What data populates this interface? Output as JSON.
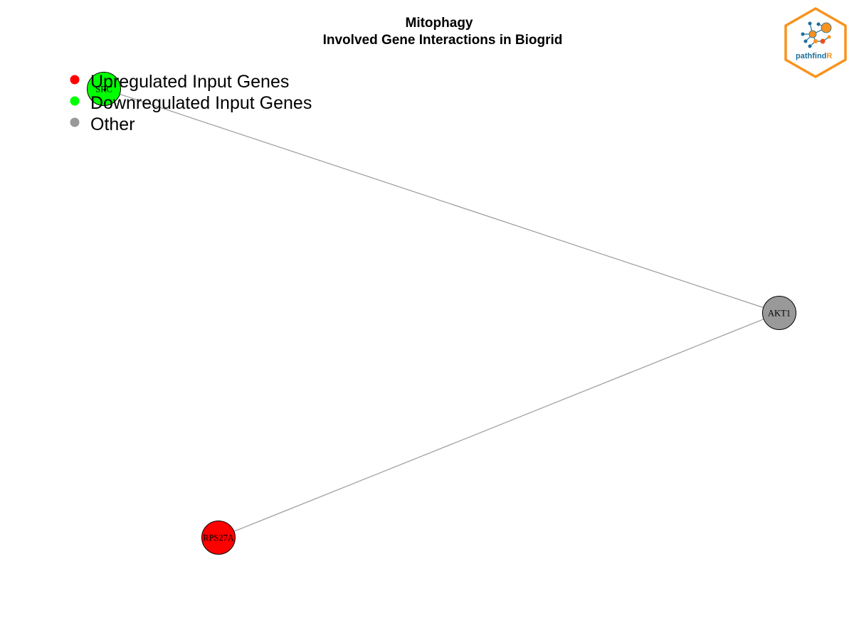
{
  "title": {
    "line1": "Mitophagy",
    "line2": "Involved Gene Interactions in Biogrid"
  },
  "legend": [
    {
      "label": "Upregulated Input Genes",
      "color": "#ff0000"
    },
    {
      "label": "Downregulated Input Genes",
      "color": "#00ff00"
    },
    {
      "label": "Other",
      "color": "#999999"
    }
  ],
  "nodes": [
    {
      "id": "SRC",
      "label": "SRC",
      "category": "down",
      "color": "#00ff00"
    },
    {
      "id": "AKT1",
      "label": "AKT1",
      "category": "other",
      "color": "#999999"
    },
    {
      "id": "RPS27A",
      "label": "RPS27A",
      "category": "up",
      "color": "#ff0000"
    }
  ],
  "edges": [
    {
      "source": "SRC",
      "target": "AKT1"
    },
    {
      "source": "RPS27A",
      "target": "AKT1"
    }
  ],
  "logo": {
    "text_main": "pathfind",
    "text_accent": "R",
    "border_color": "#f7931e"
  }
}
